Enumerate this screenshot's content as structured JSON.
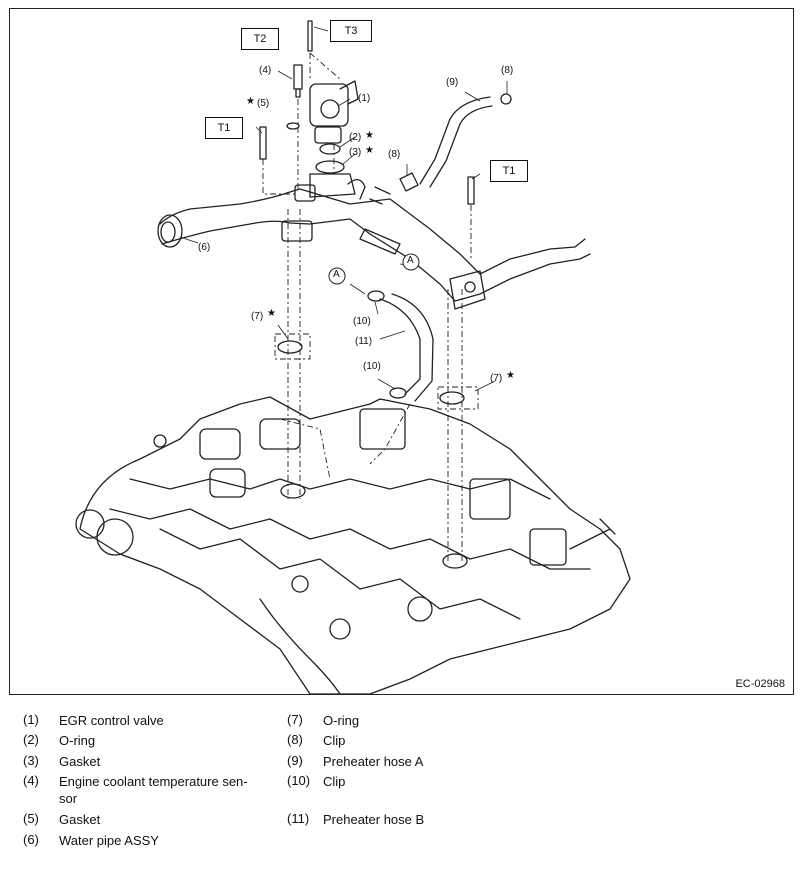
{
  "diagram": {
    "ref_code": "EC-02968",
    "torque_boxes": [
      "T3",
      "T2",
      "T1",
      "T1"
    ],
    "callouts": [
      "(4)",
      "(1)",
      "(5)",
      "(2)",
      "(3)",
      "(9)",
      "(8)",
      "(8)",
      "(6)",
      "(7)",
      "(10)",
      "(11)",
      "(10)",
      "(7)"
    ],
    "connector_marks": [
      "A",
      "A"
    ],
    "star": "★"
  },
  "legend": {
    "left": [
      {
        "num": "(1)",
        "text": "EGR control valve"
      },
      {
        "num": "(2)",
        "text": "O-ring"
      },
      {
        "num": "(3)",
        "text": "Gasket"
      },
      {
        "num": "(4)",
        "text": "Engine coolant temperature sen-\nsor"
      },
      {
        "num": "(5)",
        "text": "Gasket"
      },
      {
        "num": "(6)",
        "text": "Water pipe ASSY"
      }
    ],
    "right": [
      {
        "num": "(7)",
        "text": "O-ring"
      },
      {
        "num": "(8)",
        "text": "Clip"
      },
      {
        "num": "(9)",
        "text": "Preheater hose A"
      },
      {
        "num": "(10)",
        "text": "Clip"
      },
      {
        "num": "(11)",
        "text": "Preheater hose B"
      }
    ]
  }
}
